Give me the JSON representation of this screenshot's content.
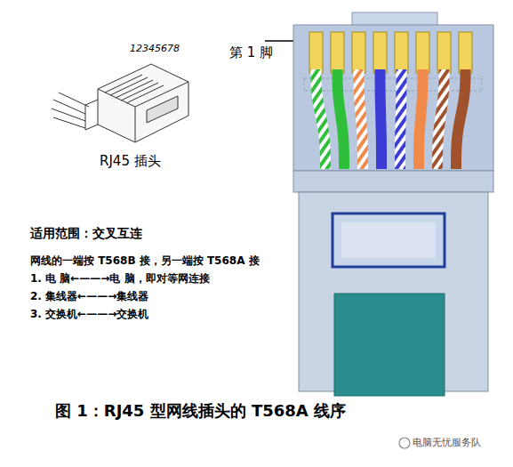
{
  "diagram": {
    "caption": "图 1：RJ45 型网线插头的 T568A 线序",
    "labels": [
      "12345678",
      "RJ45 插头",
      "第 1 脚",
      "适用范围：交叉互连",
      "网线的一端按 T568B 接，另一端按 T568A 接",
      "1. 电 脑←——→电 脑，即对等网连接",
      "2. 集线器←——→集线器",
      "3. 交换机←——→交换机",
      "电脑无忧服务队"
    ]
  }
}
